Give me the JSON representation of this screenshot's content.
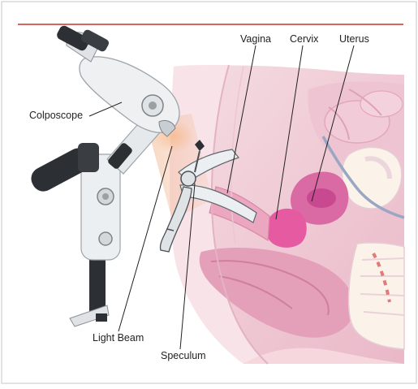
{
  "labels": {
    "colposcope": "Colposcope",
    "vagina": "Vagina",
    "cervix": "Cervix",
    "uterus": "Uterus",
    "light_beam": "Light Beam",
    "speculum": "Speculum"
  },
  "colors": {
    "rule": "#c8322e",
    "tissue_light": "#f3d3dc",
    "tissue_mid": "#e9aac0",
    "tissue_dark": "#d98aa6",
    "cervix_pink": "#e55aa0",
    "bone": "#fbf3e9",
    "instrument_white": "#eceff1",
    "instrument_dark": "#2c2f33"
  }
}
